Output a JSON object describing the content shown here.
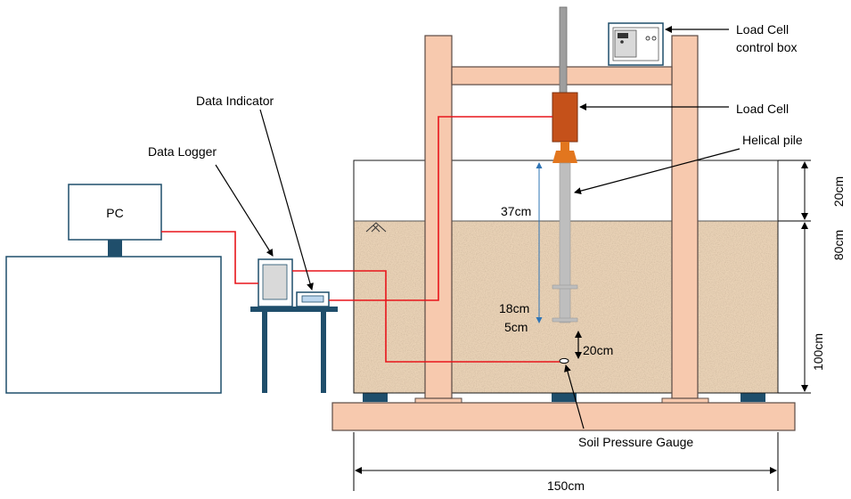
{
  "labels": {
    "pc": "PC",
    "data_logger": "Data Logger",
    "data_indicator": "Data Indicator",
    "load_cell_control_box_line1": "Load Cell",
    "load_cell_control_box_line2": "control box",
    "load_cell": "Load Cell",
    "helical_pile": "Helical pile",
    "soil_pressure_gauge": "Soil Pressure Gauge"
  },
  "dimensions": {
    "pile_embedded": "37cm",
    "helix_spacing": "18cm",
    "helix_to_tip": "5cm",
    "gauge_below_tip": "20cm",
    "free_height": "20cm",
    "soil_depth": "80cm",
    "tank_height": "100cm",
    "tank_width": "150cm"
  },
  "colors": {
    "frame": "#F7C9AE",
    "frame_stroke": "#5a4a44",
    "soil": "#E9D2B6",
    "load_cell": "#C5511A",
    "pile": "#BEBEBE",
    "wire": "#E8151B",
    "dark_blue": "#1F4E6B",
    "dim_blue": "#2E74B5"
  }
}
